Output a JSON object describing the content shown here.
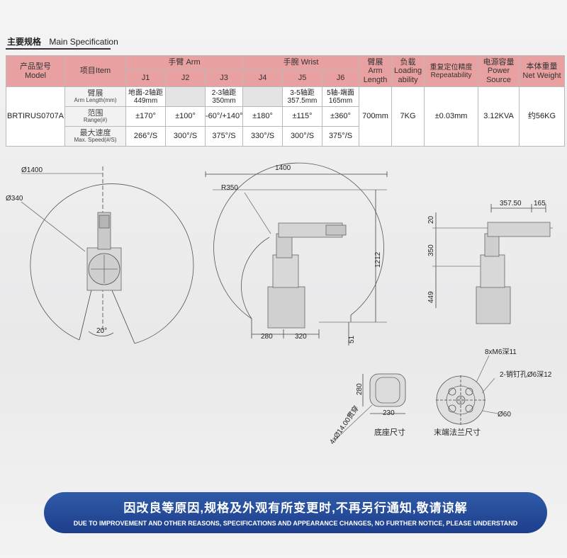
{
  "header": {
    "title_zh": "主要规格",
    "title_en": "Main Specification"
  },
  "table": {
    "model_label_zh": "产品型号",
    "model_label_en": "Model",
    "item_label": "项目Item",
    "arm_group": "手臂 Arm",
    "wrist_group": "手腕 Wrist",
    "joints": [
      "J1",
      "J2",
      "J3",
      "J4",
      "J5",
      "J6"
    ],
    "arm_length_zh": "臂展",
    "arm_length_en": "Arm Length",
    "load_zh": "负载",
    "load_en": "Loading ability",
    "rep_zh": "重复定位精度",
    "rep_en": "Repeatability",
    "power_zh": "电源容量",
    "power_en": "Power Source",
    "weight_zh": "本体重量",
    "weight_en": "Net Weight",
    "model_value": "BRTIRUS0707A",
    "rows": [
      {
        "zh": "臂展",
        "en": "Arm Length(mm)",
        "values": [
          "地面-2轴距\n449mm",
          "",
          "2-3轴距\n350mm",
          "",
          "3-5轴距\n357.5mm",
          "5轴-端面\n165mm"
        ]
      },
      {
        "zh": "范围",
        "en": "Range(#)",
        "values": [
          "±170°",
          "±100°",
          "-60°/+140°",
          "±180°",
          "±115°",
          "±360°"
        ]
      },
      {
        "zh": "最大速度",
        "en": "Max. Speed(#/S)",
        "values": [
          "266°/S",
          "300°/S",
          "375°/S",
          "330°/S",
          "300°/S",
          "375°/S"
        ]
      }
    ],
    "arm_length_value": "700mm",
    "load_value": "7KG",
    "rep_value": "±0.03mm",
    "power_value": "3.12KVA",
    "weight_value": "约56KG"
  },
  "drawings": {
    "top_view": {
      "d_outer": "Ø1400",
      "d_inner": "Ø340",
      "angle": "20°"
    },
    "side_view": {
      "width": "1400",
      "radius": "R350",
      "height": "1212",
      "base_a": "280",
      "base_b": "320",
      "bottom": "51"
    },
    "dims_view": {
      "w1": "357.50",
      "w2": "165",
      "h1": "20",
      "h2": "350",
      "h3": "449"
    },
    "base": {
      "h": "280",
      "w": "230",
      "holes": "4xØ14.00贯穿",
      "caption": "底座尺寸"
    },
    "flange": {
      "holes1": "8xM6深11",
      "holes2": "2-销钉孔Ø6深12",
      "dia": "Ø60",
      "caption": "末端法兰尺寸"
    }
  },
  "banner": {
    "zh": "因改良等原因,规格及外观有所变更时,不再另行通知,敬请谅解",
    "en": "DUE TO IMPROVEMENT AND OTHER REASONS, SPECIFICATIONS AND APPEARANCE CHANGES, NO FURTHER NOTICE, PLEASE UNDERSTAND"
  }
}
